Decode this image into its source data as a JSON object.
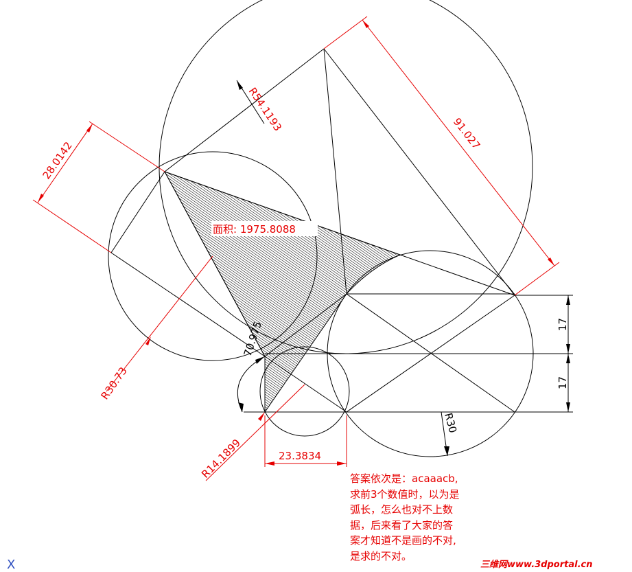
{
  "drawing": {
    "area_label": "面积: 1975.8088",
    "dimensions": {
      "radius_large": "R54.1193",
      "length_top": "91.027",
      "length_left": "28.0142",
      "radius_left": "R30.73",
      "radius_small": "R14.1899",
      "radius_right": "R30",
      "length_bottom": "23.3834",
      "angle_partial": "70.975",
      "height_upper": "17",
      "height_lower": "17"
    }
  },
  "note": {
    "lines": [
      "答案依次是：acaaacb,",
      "求前3个数值时，以为是",
      "弧长，怎么也对不上数",
      "据，后来看了大家的答",
      "案才知道不是画的不对,",
      "是求的不对。"
    ]
  },
  "watermark": "三维网www.3dportal.cn",
  "ucs_icon": "X"
}
